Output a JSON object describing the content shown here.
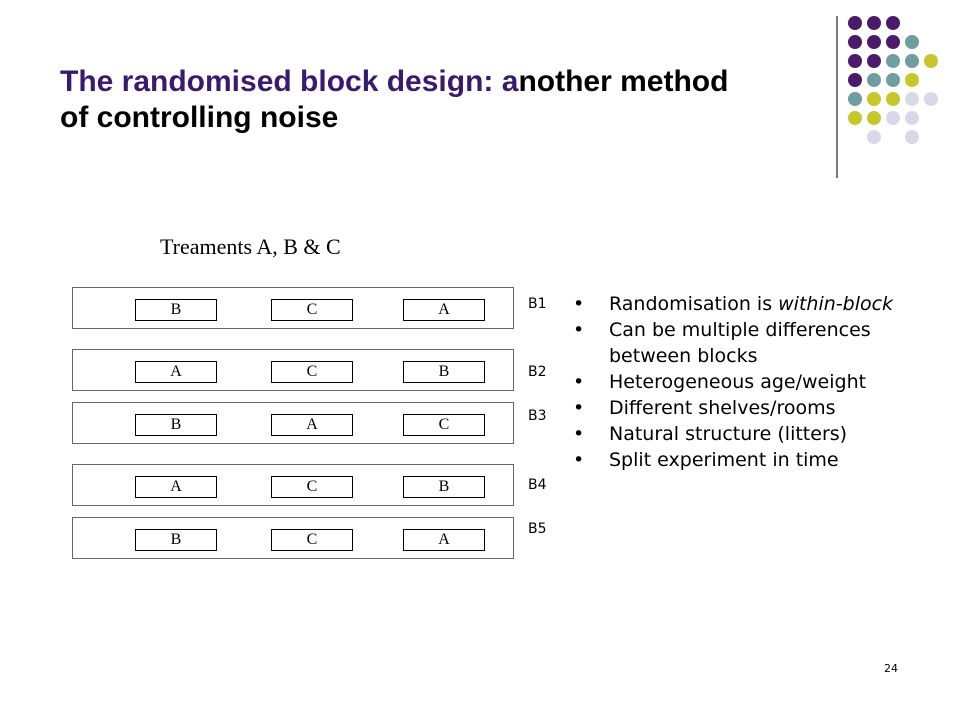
{
  "slide": {
    "title_accent": "The randomised block design: a",
    "title_rest": "nother method of controlling noise",
    "subtitle": "Treaments A, B & C",
    "page_number": "24"
  },
  "blocks": [
    {
      "label": "B1",
      "cells": [
        "B",
        "C",
        "A"
      ]
    },
    {
      "label": "B2",
      "cells": [
        "A",
        "C",
        "B"
      ]
    },
    {
      "label": "B3",
      "cells": [
        "B",
        "A",
        "C"
      ]
    },
    {
      "label": "B4",
      "cells": [
        "A",
        "C",
        "B"
      ]
    },
    {
      "label": "B5",
      "cells": [
        "B",
        "C",
        "A"
      ]
    }
  ],
  "bullets": [
    {
      "pre": "Randomisation is ",
      "em": "within-block",
      "post": ""
    },
    {
      "pre": "Can be multiple differences between blocks",
      "em": "",
      "post": ""
    },
    {
      "pre": "Heterogeneous age/weight",
      "em": "",
      "post": ""
    },
    {
      "pre": "Different shelves/rooms",
      "em": "",
      "post": ""
    },
    {
      "pre": "Natural structure (litters)",
      "em": "",
      "post": ""
    },
    {
      "pre": "Split experiment in time",
      "em": "",
      "post": ""
    }
  ],
  "colors": {
    "title_accent": "#3a1a6e",
    "purple": "#4b1a6b",
    "teal": "#6f9ea0",
    "olive": "#c6c82a",
    "lavender": "#d8d8ea"
  },
  "decor_dots": [
    [
      "purple",
      "purple",
      "purple",
      "",
      ""
    ],
    [
      "purple",
      "purple",
      "purple",
      "teal",
      ""
    ],
    [
      "purple",
      "purple",
      "teal",
      "teal",
      "olive"
    ],
    [
      "purple",
      "teal",
      "teal",
      "olive",
      ""
    ],
    [
      "teal",
      "olive",
      "olive",
      "lavender",
      "lavender"
    ],
    [
      "olive",
      "olive",
      "lavender",
      "lavender",
      ""
    ],
    [
      "",
      "lavender",
      "",
      "lavender",
      ""
    ]
  ]
}
